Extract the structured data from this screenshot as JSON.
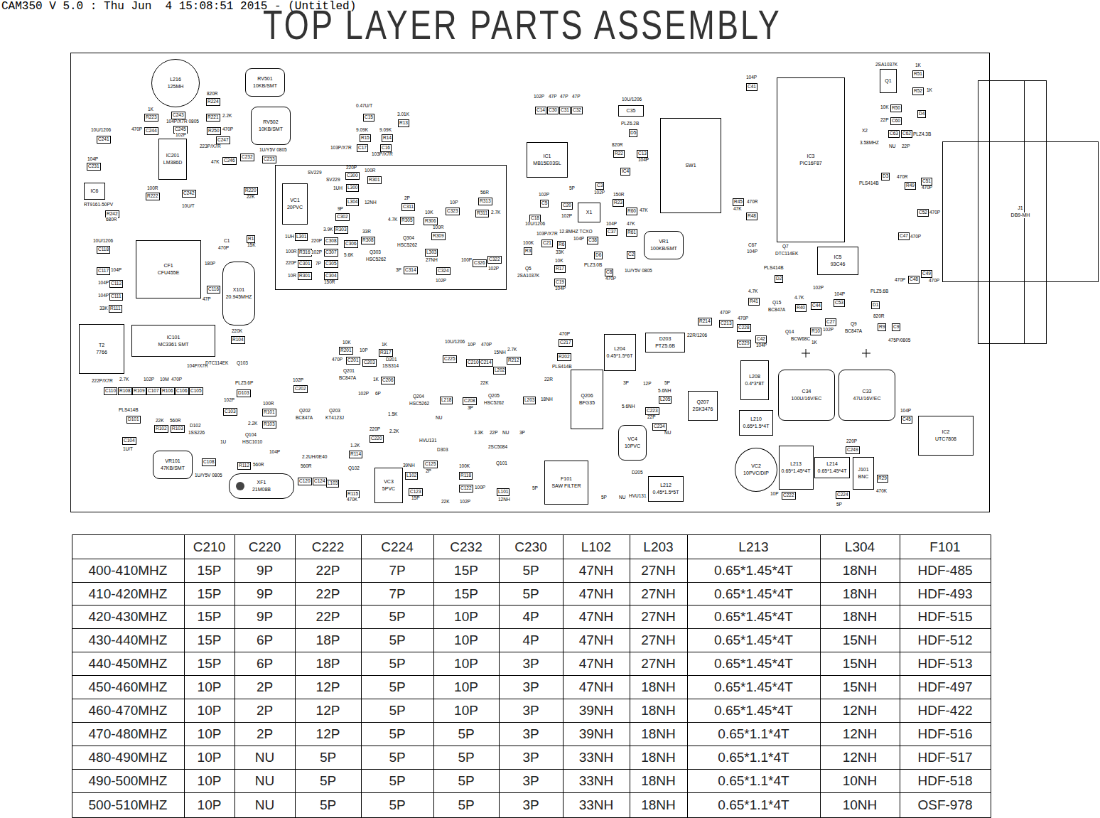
{
  "diagram": {
    "title": "TOP LAYER PARTS ASSEMBLY",
    "nodes": [
      {
        "text": [
          "L216",
          "125MH"
        ]
      },
      {
        "text": [
          "RV501",
          "10KB/SMT"
        ]
      },
      {
        "text": [
          "RV502",
          "10KB/SMT"
        ]
      },
      {
        "text": [
          "IC201",
          "LM386D"
        ]
      },
      {
        "text": [
          "IC6"
        ]
      },
      {
        "text": [
          "CF1",
          "CFU455E"
        ]
      },
      {
        "text": [
          "X101",
          "20.945MHZ"
        ]
      },
      {
        "text": [
          "T2",
          "7766"
        ]
      },
      {
        "text": [
          "IC101",
          "MC3361 SMT"
        ]
      },
      {
        "text": [
          "VR101",
          "47KB/SMT"
        ]
      },
      {
        "text": [
          "XF1",
          "21M08B"
        ]
      },
      {
        "text": [
          "VC1",
          "20PVC"
        ]
      },
      {
        "text": [
          "VC3",
          "5PVC"
        ]
      },
      {
        "text": [
          "IC1",
          "MB15E03SL"
        ]
      },
      {
        "text": [
          "C35"
        ]
      },
      {
        "text": [
          "SW1"
        ]
      },
      {
        "text": [
          "X1"
        ]
      },
      {
        "text": [
          "VR1",
          "100KB/SMT"
        ]
      },
      {
        "text": [
          "Q206",
          "BFG35"
        ]
      },
      {
        "text": [
          "L204",
          "0.45*1.5*6T"
        ]
      },
      {
        "text": [
          "D203",
          "PTZ5.6B"
        ]
      },
      {
        "text": [
          "VC4",
          "10PVC"
        ]
      },
      {
        "text": [
          "F101",
          "SAW FILTER"
        ]
      },
      {
        "text": [
          "L212",
          "0.45*1.5*5T"
        ]
      },
      {
        "text": [
          "Q207",
          "2SK3476"
        ]
      },
      {
        "text": [
          "L208",
          "0.4*3*8T"
        ]
      },
      {
        "text": [
          "L210",
          "0.65*1.5*4T"
        ]
      },
      {
        "text": [
          "VC2",
          "10PVC/DIP"
        ]
      },
      {
        "text": [
          "L213",
          "0.65*1.45*4T"
        ]
      },
      {
        "text": [
          "L214",
          "0.65*1.45*4T"
        ]
      },
      {
        "text": [
          "J101",
          "BNC"
        ]
      },
      {
        "text": [
          "C34",
          "100U/16V/EC"
        ]
      },
      {
        "text": [
          "C33",
          "47U/16V/EC"
        ]
      },
      {
        "text": [
          "IC3",
          "PIC16F87"
        ]
      },
      {
        "text": [
          "Q1"
        ]
      },
      {
        "text": [
          "IC5",
          "93C46"
        ]
      },
      {
        "text": [
          "J1",
          "DB9-MH"
        ]
      },
      {
        "text": [
          "IC2",
          "UTC7808"
        ]
      }
    ],
    "labels": [
      "CAM350 V 5.0 : Thu Jun  4 15:08:51 2015 - (Untitled)",
      "C210",
      "C220",
      "C222",
      "C224",
      "C232",
      "C230",
      "L102",
      "L203",
      "L213",
      "L304",
      "F101",
      "400-410MHZ",
      "15P",
      "9P",
      "22P",
      "7P",
      "15P",
      "5P",
      "47NH",
      "27NH",
      "0.65*1.45*4T",
      "18NH",
      "HDF-485",
      "410-420MHZ",
      "15P",
      "9P",
      "22P",
      "7P",
      "15P",
      "5P",
      "47NH",
      "27NH",
      "0.65*1.45*4T",
      "18NH",
      "HDF-493",
      "420-430MHZ",
      "15P",
      "9P",
      "22P",
      "5P",
      "10P",
      "4P",
      "47NH",
      "27NH",
      "0.65*1.45*4T",
      "18NH",
      "HDF-515",
      "430-440MHZ",
      "15P",
      "6P",
      "18P",
      "5P",
      "10P",
      "4P",
      "47NH",
      "27NH",
      "0.65*1.45*4T",
      "15NH",
      "HDF-512",
      "440-450MHZ",
      "15P",
      "6P",
      "18P",
      "5P",
      "10P",
      "3P",
      "47NH",
      "27NH",
      "0.65*1.45*4T",
      "15NH",
      "HDF-513",
      "450-460MHZ",
      "10P",
      "2P",
      "12P",
      "5P",
      "10P",
      "3P",
      "47NH",
      "18NH",
      "0.65*1.45*4T",
      "15NH",
      "HDF-497",
      "460-470MHZ",
      "10P",
      "2P",
      "12P",
      "5P",
      "10P",
      "3P",
      "39NH",
      "18NH",
      "0.65*1.45*4T",
      "12NH",
      "HDF-422",
      "470-480MHZ",
      "10P",
      "2P",
      "12P",
      "5P",
      "5P",
      "3P",
      "39NH",
      "18NH",
      "0.65*1.1*4T",
      "12NH",
      "HDF-516",
      "480-490MHZ",
      "10P",
      "NU",
      "5P",
      "5P",
      "5P",
      "3P",
      "33NH",
      "18NH",
      "0.65*1.1*4T",
      "12NH",
      "HDF-517",
      "490-500MHZ",
      "10P",
      "NU",
      "5P",
      "5P",
      "5P",
      "3P",
      "33NH",
      "18NH",
      "0.65*1.1*4T",
      "10NH",
      "HDF-518",
      "500-510MHZ",
      "10P",
      "NU",
      "5P",
      "5P",
      "5P",
      "3P",
      "33NH",
      "18NH",
      "0.65*1.1*4T",
      "10NH",
      "OSF-978",
      "820R",
      "R224",
      "1K",
      "R223",
      "C243",
      "R221",
      "2.2K",
      "104P/X7R 0805",
      "C245",
      "R250",
      "470P",
      "470P",
      "C244",
      "102P",
      "223P/X7R",
      "C247",
      "10U/1206",
      "C241",
      "104P",
      "C231",
      "47K",
      "C246",
      "1U/Y5V 0805",
      "C233",
      "C232",
      "100R",
      "R222",
      "C242",
      "10U/T",
      "R220",
      "22K",
      "RT9161-50PV",
      "R242",
      "680R",
      "C1",
      "470P",
      "R1",
      "15K",
      "10U/1206",
      "C118",
      "C117",
      "104P",
      "104P",
      "C112",
      "104P",
      "C111",
      "33K",
      "R111",
      "180P",
      "C116",
      "47P",
      "220K",
      "R104",
      "DTC114EK",
      "Q103",
      "222P/X7R",
      "C110",
      "2.7K",
      "R108",
      "R109",
      "102P",
      "C107",
      "10M",
      "R106",
      "470P",
      "C106",
      "104P/X7R",
      "C105",
      "PLS414B",
      "D101",
      "22K",
      "560R",
      "R102",
      "R103",
      "D102",
      "1SS226",
      "C104",
      "1U/T",
      "1U/Y5V 0805",
      "C108",
      "PLZ5.6P",
      "D103",
      "102P",
      "C103",
      "100R",
      "R101",
      "2.2K",
      "R103",
      "Q104",
      "HSC1010",
      "1U",
      "104P",
      "R112",
      "560R",
      "560R",
      "C120",
      "C124",
      "2.2UH/0E40",
      "L103",
      "SV229",
      "SV229",
      "220P",
      "C300",
      "100R",
      "R301",
      "1UH",
      "L300",
      "L304",
      "12NH",
      "9P",
      "C302",
      "2P",
      "C311",
      "4.7K",
      "R305",
      "10K",
      "R306",
      "10P",
      "C323",
      "56R",
      "R313",
      "R311",
      "2.7K",
      "1UH",
      "L301",
      "3.9K",
      "R303",
      "33R",
      "R308",
      "100R",
      "R309",
      "Q304",
      "HSC5262",
      "Q303",
      "HSC5262",
      "220P",
      "C308",
      "100R",
      "R316",
      "102P",
      "C307",
      "220P",
      "C301",
      "7P",
      "C305",
      "10R",
      "R301",
      "C304",
      "150R",
      "5.6K",
      "C306",
      "L303",
      "27NH",
      "3P",
      "C314",
      "102P",
      "C324",
      "100P",
      "C326",
      "C322",
      "102P",
      "0.47U/T",
      "C15",
      "9.09K",
      "R15",
      "9.09K",
      "R14",
      "3.01K",
      "R13",
      "103P/X7R",
      "C17",
      "C16",
      "103P/X7R",
      "102P",
      "C14",
      "C30",
      "C31",
      "C32",
      "47P",
      "47P",
      "47P",
      "10U/1206",
      "PLZ6.2B",
      "D5",
      "820R",
      "R22",
      "C13",
      "104P",
      "IC4",
      "5P",
      "C5",
      "102P",
      "C3",
      "102P",
      "150R",
      "R23",
      "R60",
      "47K",
      "104P",
      "C37",
      "47K",
      "R61",
      "12.8MHZ TCXO",
      "104P",
      "C38",
      "100K",
      "R3",
      "C21",
      "33K",
      "R6",
      "Q5",
      "2SA1037K",
      "10K",
      "R17",
      "C19",
      "104P",
      "C18",
      "10U/1206",
      "103P/X7R",
      "102P",
      "C20",
      "D6",
      "PLZ3.0B",
      "C8",
      "470P",
      "C2",
      "1U/Y5V 0805",
      "104P",
      "C41",
      "2SA1037K",
      "1K",
      "R51",
      "R52",
      "1K",
      "10K",
      "R50",
      "22P",
      "C60",
      "D4",
      "PLZ4.3B",
      "X2",
      "3.58MHZ",
      "C63",
      "C62",
      "22P",
      "NU",
      "PLS414B",
      "D3",
      "470R",
      "R49",
      "C51",
      "470P",
      "C52",
      "470P",
      "C47",
      "470P",
      "R45",
      "47K",
      "R48",
      "470R",
      "C67",
      "104P",
      "Q7",
      "DTC114EK",
      "PLS414B",
      "D2",
      "4.7K",
      "R41",
      "Q15",
      "BC847A",
      "4.7K",
      "R40",
      "102P",
      "C44",
      "104P",
      "C53",
      "PLZ5.6B",
      "D1",
      "820R",
      "R9",
      "C9",
      "475P/0805",
      "Q9",
      "BC847A",
      "C27",
      "102P",
      "Q14",
      "BCW68C",
      "R10",
      "1K",
      "C42",
      "104P",
      "R214",
      "22R/1206",
      "C213",
      "470P",
      "C228",
      "470P",
      "C229",
      "470P",
      "C48",
      "470P",
      "C49",
      "10K",
      "R201",
      "470P",
      "C201",
      "Q201",
      "BC847A",
      "10P",
      "C203",
      "1K",
      "R317",
      "D201",
      "1SS314",
      "1K",
      "C206",
      "C225",
      "10U/1206",
      "10P",
      "C210",
      "470P",
      "C214",
      "15NH",
      "L202",
      "2.7K",
      "R212",
      "R202",
      "PLS414B",
      "470P",
      "C217",
      "102P",
      "C202",
      "Q202",
      "BC847A",
      "Q203",
      "KT4123J",
      "102P",
      "6P",
      "1.5K",
      "Q204",
      "HSC5262",
      "L218",
      "NU",
      "22K",
      "C208",
      "3P",
      "Q205",
      "HSC5262",
      "3.3K",
      "22P",
      "NU",
      "3P",
      "L203",
      "18NH",
      "22R",
      "220P",
      "C220",
      "2.2K",
      "HVU131",
      "D303",
      "1.2K",
      "R114",
      "Q102",
      "R115",
      "470K",
      "39NH",
      "L102",
      "C125",
      "2P",
      "C123",
      "15P",
      "22K",
      "100P",
      "C122",
      "102P",
      "100K",
      "R118",
      "2SC5084",
      "Q101",
      "L101",
      "12NH",
      "5P",
      "5P",
      "NU",
      "D205",
      "HVU131",
      "C234",
      "NU",
      "C223",
      "22P",
      "12P",
      "5.6NH",
      "L205",
      "3P",
      "5.6NH",
      "5P",
      "104P",
      "C45",
      "220P",
      "C249",
      "470K",
      "R29",
      "10P",
      "C222",
      "5P",
      "C224"
    ]
  }
}
